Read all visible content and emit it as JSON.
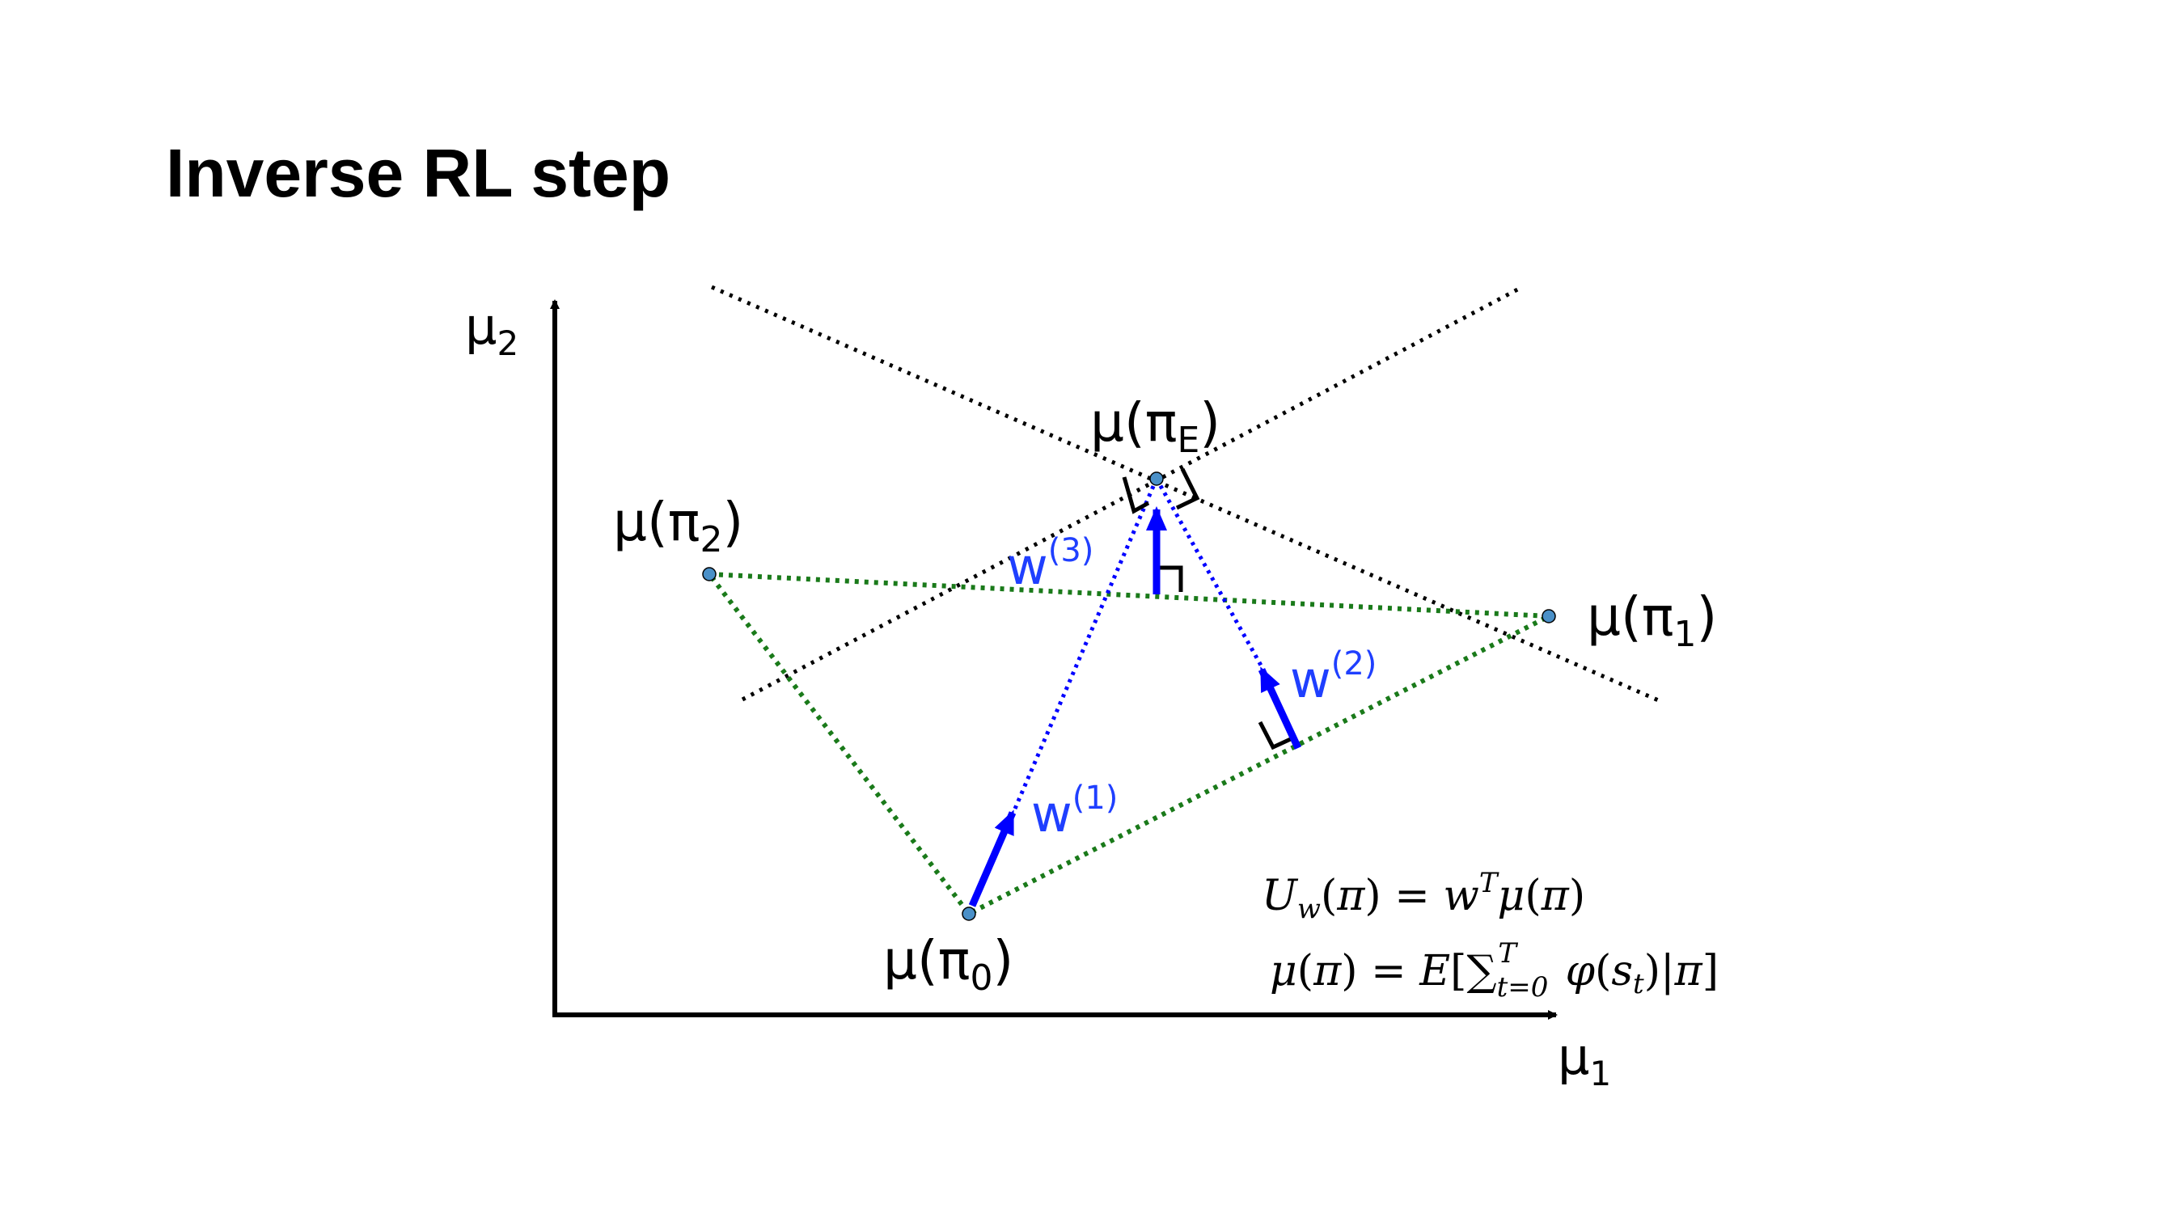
{
  "title": "Inverse RL step",
  "axes": {
    "y_label": "μ2",
    "x_label": "μ1"
  },
  "points": {
    "pi_E": "μ(πE)",
    "pi_2": "μ(π2)",
    "pi_1": "μ(π1)",
    "pi_0": "μ(π0)"
  },
  "weights": {
    "w1": "w(1)",
    "w2": "w(2)",
    "w3": "w(3)"
  },
  "formulas": {
    "utility": "Uw(π) = wT μ(π)",
    "feature_expectation": "μ(π) = E[∑t=0T φ(st)|π]"
  },
  "colors": {
    "weight_vector": "#0000ff",
    "weight_label": "#1f3fff",
    "convex_hull": "#1a7a1a",
    "separating_lines": "#000000",
    "point_fill": "#4a90c8"
  }
}
